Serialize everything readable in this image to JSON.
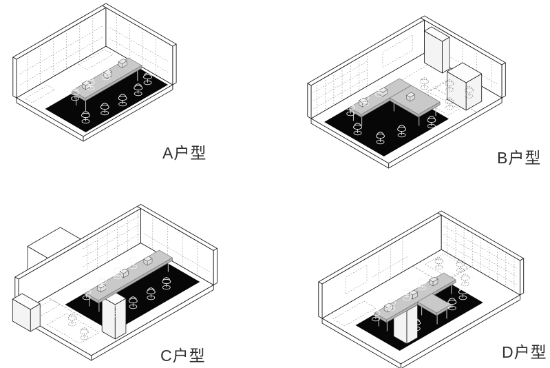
{
  "units": [
    {
      "id": "A",
      "label": "A户型"
    },
    {
      "id": "B",
      "label": "B户型"
    },
    {
      "id": "C",
      "label": "C户型"
    },
    {
      "id": "D",
      "label": "D户型"
    }
  ],
  "colors": {
    "background": "#ffffff",
    "line": "#1b1b1b",
    "detail": "#9a9a9a",
    "carpet": "#070707",
    "table_top": "#c9c9c9",
    "table_side": "#b2b2b2",
    "chair_on_carpet": "#f5f5f5",
    "chair_dotted": "#7d7d7d",
    "label_text": "#2e2e2e"
  }
}
